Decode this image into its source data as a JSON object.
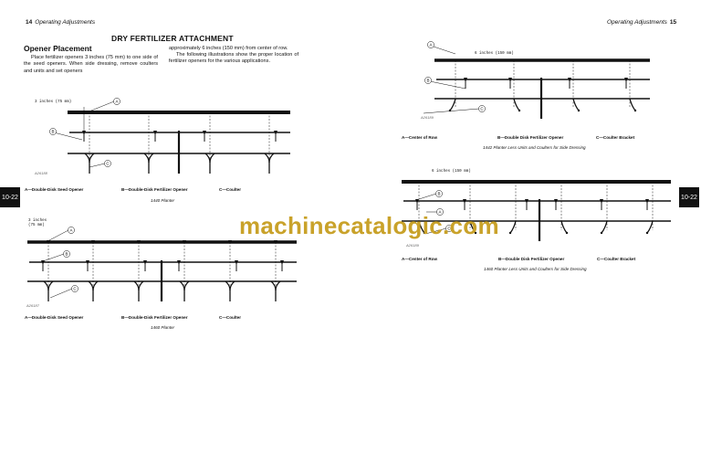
{
  "left_page": {
    "page_number": "14",
    "running_head": "Operating Adjustments",
    "title": "DRY FERTILIZER ATTACHMENT",
    "section_heading": "Opener Placement",
    "paragraph_1": "Place fertilizer openers 3 inches (75 mm) to one side of the seed openers. When side dressing, remove coulters and units and set openers",
    "paragraph_2": "approximately 6 inches (150 mm) from center of row.",
    "paragraph_3": "The following illustrations show the proper location of fertilizer openers for the various applications.",
    "figure_1": {
      "dimension": "3 inches (75 mm)",
      "callouts": [
        "A",
        "B",
        "C"
      ],
      "figure_id": "A26188",
      "legend": [
        "A—Double-Disk Seed Opener",
        "B—Double-Disk Fertilizer Opener",
        "C—Coulter"
      ],
      "caption": "1440 Planter"
    },
    "figure_2": {
      "dimension_line1": "3 inches",
      "dimension_line2": "(75 mm)",
      "callouts": [
        "A",
        "B",
        "C"
      ],
      "figure_id": "A26187",
      "legend": [
        "A—Double-Disk Seed Opener",
        "B—Double-Disk Fertilizer Opener",
        "C—Coulter"
      ],
      "caption": "1460 Planter"
    },
    "tab": "10-22"
  },
  "right_page": {
    "page_number": "15",
    "running_head": "Operating Adjustments",
    "figure_3": {
      "dimension": "6 inches (150 mm)",
      "callouts": [
        "A",
        "B",
        "C"
      ],
      "figure_id": "A26189",
      "legend": [
        "A—Center of Row",
        "B—Double Disk Fertilizer Opener",
        "C—Coulter Bracket"
      ],
      "caption": "1442 Planter Less Units and Coulters for Side Dressing"
    },
    "figure_4": {
      "dimension": "6 inches (150 mm)",
      "callouts": [
        "B",
        "A",
        "C"
      ],
      "figure_id": "A26189",
      "legend": [
        "A—Center of Row",
        "B—Double Disk Fertilizer Opener",
        "C—Coulter Bracket"
      ],
      "caption": "1460 Planter Less Units and Coulters for Side Dressing"
    },
    "tab": "10-22"
  },
  "watermark": {
    "text": "machinecatalogic.com",
    "color": "#c9a22a"
  }
}
